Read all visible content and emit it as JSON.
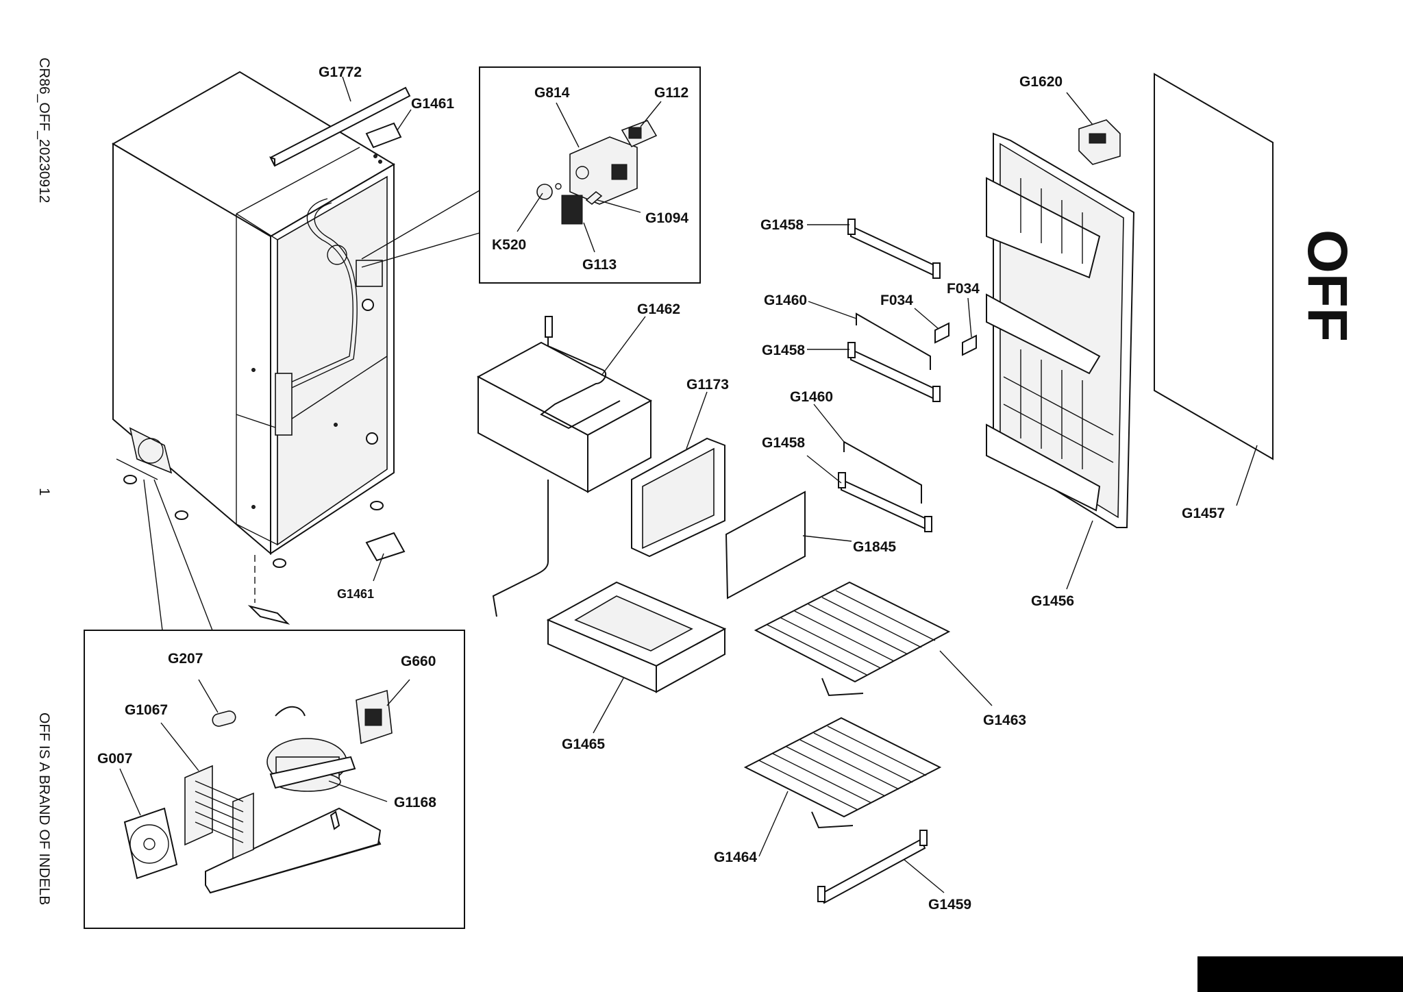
{
  "side_texts": {
    "doc_code": "CR86_OFF_20230912",
    "page_number": "1",
    "brand_note": "OFF IS A BRAND OF INDELB"
  },
  "logo": {
    "text": "OFF"
  },
  "part_labels": {
    "g1772": "G1772",
    "g1461_top": "G1461",
    "g1461_bottom": "G1461",
    "g814": "G814",
    "g112": "G112",
    "g1094": "G1094",
    "k520": "K520",
    "g113": "G113",
    "g1620": "G1620",
    "g1458_a": "G1458",
    "g1458_b": "G1458",
    "g1458_c": "G1458",
    "g1460_a": "G1460",
    "g1460_b": "G1460",
    "f034_a": "F034",
    "f034_b": "F034",
    "g1462": "G1462",
    "g1173": "G1173",
    "g1845": "G1845",
    "g1457": "G1457",
    "g1456": "G1456",
    "g1463": "G1463",
    "g1465": "G1465",
    "g1464": "G1464",
    "g1459": "G1459",
    "g207": "G207",
    "g660": "G660",
    "g1067": "G1067",
    "g007": "G007",
    "g1168": "G1168"
  }
}
